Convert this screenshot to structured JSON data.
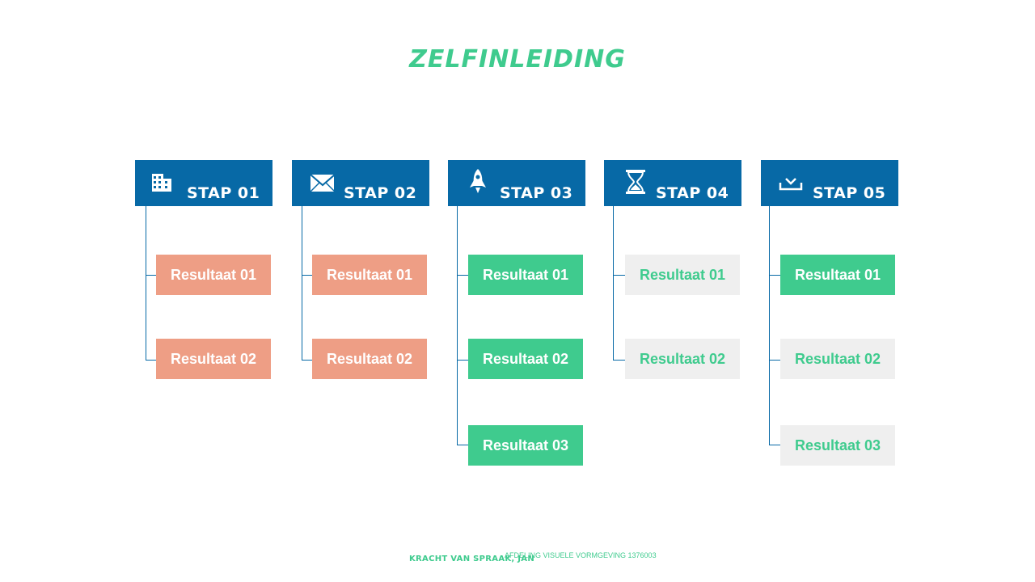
{
  "title": "ZELFINLEIDING",
  "colors": {
    "header": "#0769a6",
    "green": "#3fcb8e",
    "salmon": "#ee9e85",
    "gray": "#efefef"
  },
  "columns": [
    {
      "step": "STAP 01",
      "icon": "building-icon",
      "results": [
        {
          "label": "Resultaat 01",
          "style": "salmon"
        },
        {
          "label": "Resultaat 02",
          "style": "salmon"
        }
      ]
    },
    {
      "step": "STAP 02",
      "icon": "envelope-icon",
      "results": [
        {
          "label": "Resultaat 01",
          "style": "salmon"
        },
        {
          "label": "Resultaat 02",
          "style": "salmon"
        }
      ]
    },
    {
      "step": "STAP 03",
      "icon": "rocket-icon",
      "results": [
        {
          "label": "Resultaat 01",
          "style": "green"
        },
        {
          "label": "Resultaat 02",
          "style": "green"
        },
        {
          "label": "Resultaat 03",
          "style": "green"
        }
      ]
    },
    {
      "step": "STAP 04",
      "icon": "hourglass-icon",
      "results": [
        {
          "label": "Resultaat 01",
          "style": "gray"
        },
        {
          "label": "Resultaat 02",
          "style": "gray"
        }
      ]
    },
    {
      "step": "STAP 05",
      "icon": "download-tray-icon",
      "results": [
        {
          "label": "Resultaat 01",
          "style": "green"
        },
        {
          "label": "Resultaat 02",
          "style": "gray"
        },
        {
          "label": "Resultaat 03",
          "style": "gray"
        }
      ]
    }
  ],
  "footer": {
    "left": "KRACHT VAN SPRAAK, JAN",
    "right": "AFDELING VISUELE VORMGEVING 1376003"
  }
}
